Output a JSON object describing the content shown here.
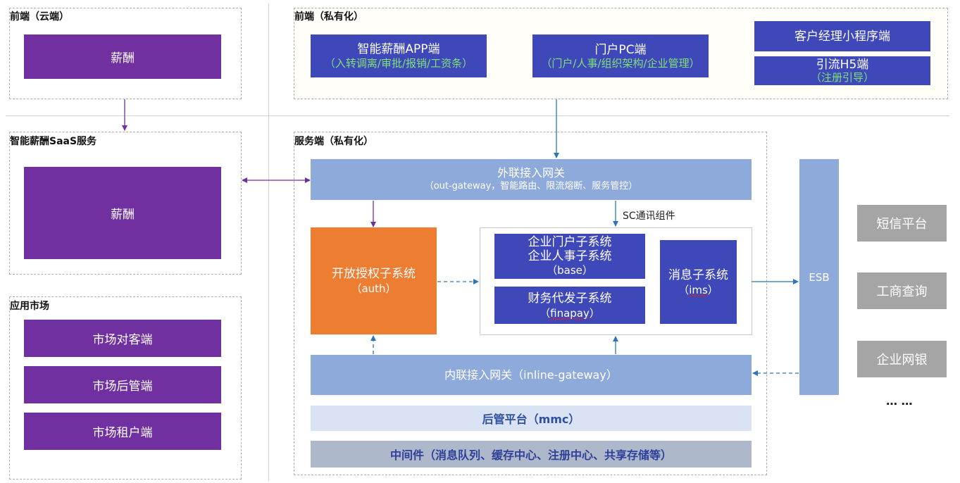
{
  "zones": {
    "frontend_cloud": "前端（云端）",
    "frontend_private": "前端（私有化）",
    "saas": "智能薪酬SaaS服务",
    "app_market": "应用市场",
    "server_private": "服务端（私有化）"
  },
  "cloud": {
    "salary": "薪酬"
  },
  "saas": {
    "salary": "薪酬"
  },
  "market": {
    "customer": "市场对客端",
    "admin": "市场后管端",
    "tenant": "市场租户端"
  },
  "front": {
    "app": {
      "title": "智能薪酬APP端",
      "sub": "（入转调离/审批/报销/工资条）"
    },
    "pc": {
      "title": "门户PC端",
      "sub": "（门户/人事/组织架构/企业管理）"
    },
    "miniprogram": {
      "title": "客户经理小程序端"
    },
    "h5": {
      "title": "引流H5端",
      "sub": "（注册引导）"
    }
  },
  "server": {
    "out_gateway": {
      "title": "外联接入网关",
      "sub": "（out-gateway，智能路由、限流熔断、服务管控）"
    },
    "sc_label": "SC通讯组件",
    "auth": {
      "title": "开放授权子系统",
      "sub": "（auth）"
    },
    "base": {
      "line1": "企业门户子系统",
      "line2": "企业人事子系统",
      "sub": "（base）"
    },
    "finapay": {
      "title": "财务代发子系统",
      "sub_open": "（",
      "sub_word": "finapay",
      "sub_close": "）"
    },
    "ims": {
      "title": "消息子系统",
      "sub_open": "（",
      "sub_word": "ims",
      "sub_close": "）"
    },
    "inline_gateway": {
      "title": "内联接入网关（inline-gateway）"
    },
    "mmc": {
      "title": "后管平台（mmc）"
    },
    "middleware": {
      "title": "中间件（消息队列、缓存中心、注册中心、共享存储等）"
    }
  },
  "esb": "ESB",
  "external": {
    "sms": "短信平台",
    "business": "工商查询",
    "bank": "企业网银",
    "more": "… …"
  },
  "colors": {
    "purple": "#7030a0",
    "dark_blue": "#3f48b8",
    "light_blue": "#8eaadb",
    "orange": "#ed7d31",
    "gray": "#a5a5a5",
    "mmc_bg": "#dae3f3",
    "middleware_bg": "#adb9ca",
    "green_sub": "#7fe07a",
    "arrow_blue": "#2e75b6"
  }
}
